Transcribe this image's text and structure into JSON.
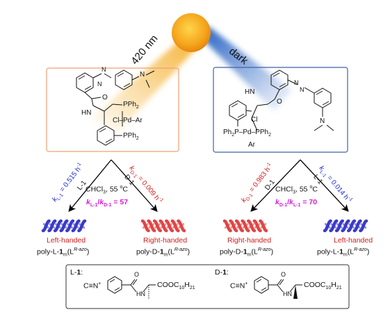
{
  "light_label": "420 nm",
  "dark_label": "dark",
  "colors": {
    "sun": "#f4a51c",
    "light_beam": "#f5b335",
    "dark_beam": "#1d5bbf",
    "light_box_border": "#f0a070",
    "dark_box_border": "#3f62a8",
    "left_rate": "#1a2bcc",
    "right_rate": "#d11c1c",
    "ratio": "#d21bd2",
    "left_helix": "#3b3bc8",
    "right_helix": "#e04545",
    "left_label": "#d11c1c",
    "right_label": "#d11c1c"
  },
  "left_complex": {
    "cooh_o": "O",
    "nh": "HN",
    "n_azo": "N",
    "nme2": "N",
    "pph2_top": "PPh",
    "pph2_top_sub": "2",
    "pd_line": "Cl–Pd–Ar",
    "pph2_bottom": "PPh",
    "pph2_bottom_sub": "2"
  },
  "right_complex": {
    "cooh_o": "O",
    "nh": "HN",
    "nme2": "N",
    "cl": "Cl",
    "pd_line_prefix": "Ph",
    "pd_line_mid": "P–Pd–PPh",
    "pd_line_sub": "2",
    "ar": "Ar"
  },
  "left_reaction": {
    "rate_left": "k",
    "rate_left_sub": "L-1",
    "rate_left_val": " = 0.515 h",
    "rate_left_exp": "-1",
    "rate_right": "k",
    "rate_right_sub": "D-1",
    "rate_right_val": " = 0.009 h",
    "rate_right_exp": "-1",
    "reagent_left": "L-1",
    "reagent_right": "D-1",
    "conditions": "CHCl",
    "conditions_sub": "3",
    "conditions_tail": ", 55 ",
    "conditions_deg": "o",
    "conditions_c": "C",
    "ratio_k1": "k",
    "ratio_k1_sub": "L-1",
    "ratio_slash": "/",
    "ratio_k2": "k",
    "ratio_k2_sub": "D-1",
    "ratio_val": " = 57",
    "prod_left_label": "Left-handed",
    "prod_left_name": "poly-L-",
    "prod_left_bold": "1",
    "prod_left_m": "m",
    "prod_left_paren": "(L",
    "prod_left_sup": "R-azo",
    "prod_left_close": ")",
    "prod_right_label": "Right-handed",
    "prod_right_name": "poly-D-",
    "prod_right_bold": "1",
    "prod_right_m": "m",
    "prod_right_paren": "(L",
    "prod_right_sup": "R-azo",
    "prod_right_close": ")"
  },
  "right_reaction": {
    "rate_left": "k",
    "rate_left_sub": "D-1",
    "rate_left_val": " = 0.983 h",
    "rate_left_exp": "-1",
    "rate_right": "k",
    "rate_right_sub": "L-1",
    "rate_right_val": " = 0.014 h",
    "rate_right_exp": "-1",
    "reagent_left": "D-1",
    "reagent_right": "L-1",
    "conditions": "CHCl",
    "conditions_sub": "3",
    "conditions_tail": ", 55 ",
    "conditions_deg": "o",
    "conditions_c": "C",
    "ratio_k1": "k",
    "ratio_k1_sub": "D-1",
    "ratio_slash": "/",
    "ratio_k2": "k",
    "ratio_k2_sub": "L-1",
    "ratio_val": " = 70",
    "prod_left_label": "Right-handed",
    "prod_left_name": "poly-D-",
    "prod_left_bold": "1",
    "prod_left_m": "m",
    "prod_left_paren": "(L",
    "prod_left_sup": "R-azo",
    "prod_left_close": ")",
    "prod_right_label": "Left-handed",
    "prod_right_name": "poly-L-",
    "prod_right_bold": "1",
    "prod_right_m": "m",
    "prod_right_paren": "(L",
    "prod_right_sup": "R-azo",
    "prod_right_close": ")"
  },
  "monomers": {
    "l_title": "L-",
    "l_title_bold": "1",
    "l_title_colon": ":",
    "d_title": "D-",
    "d_title_bold": "1",
    "d_title_colon": ":",
    "isocyanide": "C≡N",
    "isocyanide_plus": "+",
    "carbonyl_o": "O",
    "nh": "H",
    "nh_n": "N",
    "ester": "COOC",
    "ester_sub": "10",
    "ester_h": "H",
    "ester_h_sub": "21"
  }
}
